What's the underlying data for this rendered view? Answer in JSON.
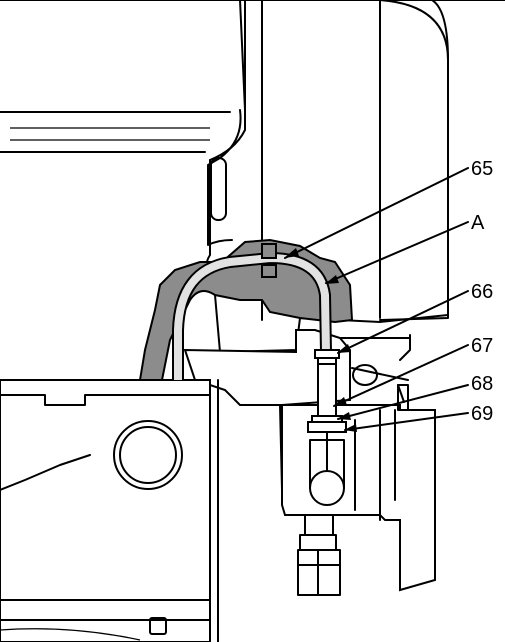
{
  "figure": {
    "callouts": [
      {
        "id": "65",
        "label": "65"
      },
      {
        "id": "A",
        "label": "A"
      },
      {
        "id": "66",
        "label": "66"
      },
      {
        "id": "67",
        "label": "67"
      },
      {
        "id": "68",
        "label": "68"
      },
      {
        "id": "69",
        "label": "69"
      }
    ],
    "colors": {
      "line": "#000000",
      "cutaway": "#8c8c8c",
      "tube": "#e2e2e2",
      "background": "#ffffff"
    }
  }
}
